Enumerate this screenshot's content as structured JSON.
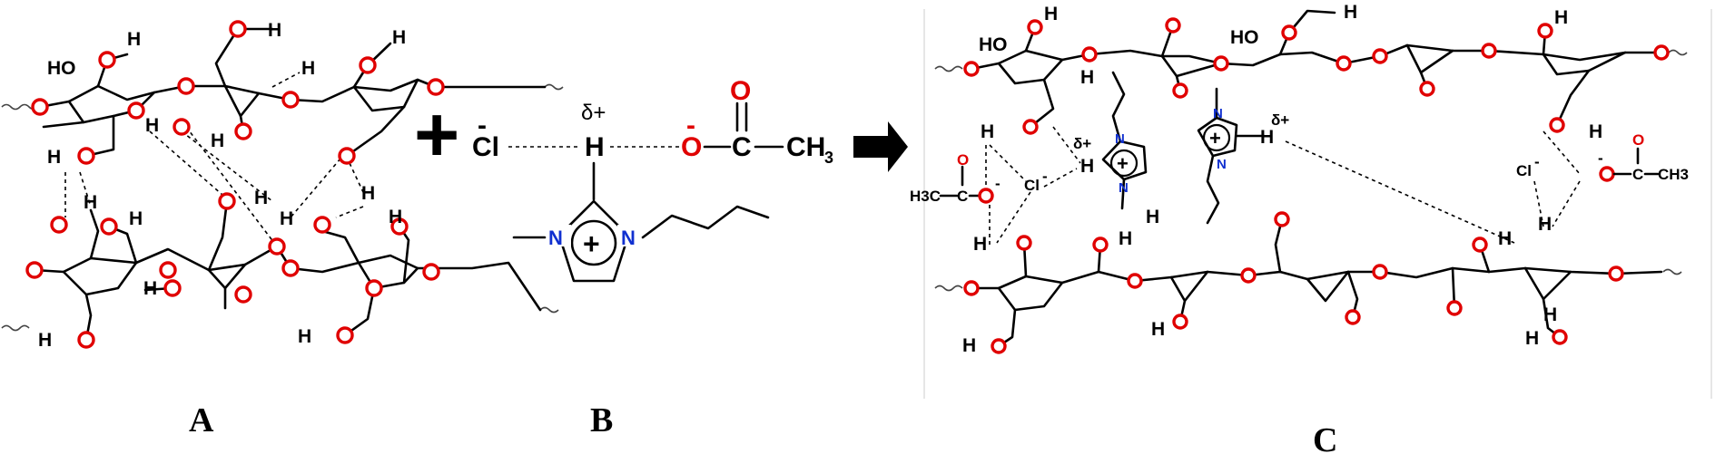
{
  "panels": {
    "a": {
      "label": "A"
    },
    "b": {
      "label": "B"
    },
    "c": {
      "label": "C"
    }
  },
  "symbols": {
    "plus": "+",
    "charge_plus": "+"
  },
  "atoms": {
    "hydrogen": "H",
    "oxygen": "O",
    "hydroxyl": "HO",
    "nitrogen": "N",
    "methyl": "CH3",
    "methyl_sub": "3",
    "methyl_base": "CH",
    "acetate_methyl_c": "H3C",
    "carbon": "C"
  },
  "ions": {
    "chloride": "Cl",
    "chloride_minus": "-",
    "delta_plus": "δ+",
    "oxide_minus": "-"
  },
  "colors": {
    "oxygen": "#e00000",
    "nitrogen": "#1030d0",
    "bond": "#000000"
  }
}
